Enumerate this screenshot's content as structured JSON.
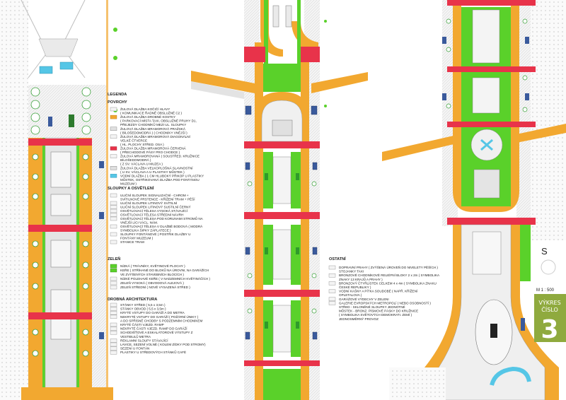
{
  "legend": {
    "title": "LEGENDA",
    "sections": {
      "povrchy": {
        "heading": "POVRCHY",
        "items": [
          "ŽULOVÁ DLAŽBA KOČIČÍ HLAVY",
          "( KOMUNIKACE ŘADNĚ OBSLUŽNÉ C2 )",
          "ŽULOVÁ DLAŽBA DROBNÉ KOSTKY",
          "( PARKOVACÍ MÍSTA TAXI, OBSLUŽNÉ PRUHY D1,",
          "PŘEJEZDY CHODNÍKŮ MEZI UL. SLOUPKY",
          "ŽULOVÁ DLAŽBA MRAMOROVÁ PRAŽSKÁ",
          "( BÍLOŠEDOMODRÁ ) ( CHODNÍKY VNĚJŠÍ )",
          "ŽULOVÁ DLAŽBA MRAMOROVÁ DIAGONÁLNÍ",
          "VELKÉ ČTVERCE",
          "( HL. PLOCHY STŘED. OSA )",
          "ŽULOVÁ DLAŽBA MRAMOROVÁ ČERVENÁ",
          "( PŘECHODOVÉ PÁSY PRO CHODCE )",
          "ŽULOVÁ MRAMOROVANÁ ( SOUSTŘED. KRUŽNICE",
          "BÍLOŠEDOMODRÁ )",
          "( Z SV. VÁCLAVA U MUZEA )",
          "ŽULOVÁ DLAŽBA VELKOPLOŠNÁ SLAVNOSTNÍ",
          "( U SV. VÁCLAVA A U PLASTIKY MŮSTEK )",
          "VODNÍ DLAŽBA ( 1 CM HLUBOKÝ PŘIKOP U PLASTIKY",
          "MŮSTEK, OSTŘIKOVANÁ DLAŽBA POD FONTÁNOU",
          "MUZEUM )"
        ]
      },
      "sloupky": {
        "heading": "SLOUPKY A OSVĚTLENÍ",
        "items": [
          "ULIČNÍ SLOUPEK SIGNALIZAČNÍ - CHROM +",
          "SVÍTILNOVÉ PRSTENCE - KŘÍŽENÍ TRAM + PĚŠÍ",
          "ULIČNÍ SLOUPEK LITINOVÝ SVÍTILNÍ",
          "ULIČNÍ SLOUPEK LITINOVÝ SUSTILNÍ ČERNÝ",
          "OSVĚTLOVACÍ TĚLESA VYSOKÁ STÁVAJÍCÍ",
          "OSVĚTLOVACÍ TĚLESA STŘEDNÍ NÁVRH",
          "OSVĚTLOVACÍ TĚLESA POD KORUNAMI STROMŮ NA",
          "VNĚJŠÍ LÍCI VÁCL. NÁM.",
          "OSVĚTLOVACÍ TĚLESA V DLAŽBĚ BODOVÁ ( MODRÁ",
          "SYMBOLIKA ŠIPKY ZÁPLATECE )",
          "SLOUPKY FONTÁNOVÉ ( POSTŘIK DLAŽBY U",
          "FONTÁNY MUZEUM )",
          "STANICE TRAM"
        ]
      },
      "zelen": {
        "heading": "ZELEŇ",
        "items": [
          "NÍZKÁ ( TRÁVNÍKY, KVĚTINOVÉ PLOCHY )",
          "KEŘE ( STŘÍHANÉ DO BLOKŮ NA ÚROVNI, NA GARÁŽÍCH",
          "VE ZVÝŠENÝCH STAVEBNÍCH BLOCÍCH )",
          "NÍZKÉ POLEHAVÉ KEŘE ( V NADZEMNÍCH KVĚTINÁČÍCH )",
          "ZELEŇ VYSOKÁ ( OBVODOVÁ ALEJOVÁ )",
          "ZELEŇ STŘEDNÍ ( NOVĚ VYSAZENÁ STŘED )"
        ]
      },
      "architektura": {
        "heading": "DROBNÁ ARCHITEKTURA",
        "items": [
          "STÁNKY STŘED ( 5,5 x 3,5m )",
          "STÁNKY OBVOD ( 5,5 x 3,5m )",
          "KRYTÉ VSTUPY DO GARÁŽÍ A DO METRA",
          "NEKRYTÉ VSTUPY DO GARÁŽÍ ( POŽÁRNÍ ÚNIKY )",
          "A DO SPŘÍSNĚ CHODBY S PODZEMNÍM CHODNÍKEM",
          "KRYTÉ ČÁSTI VJEZD. RAMP",
          "NEKRYTÉ ČÁSTI VJEZD. RAMP DO GARÁŽÍ",
          "SCHODIŠŤOVÉ A ESKALÁTOROVÉ VÝSTUPY Z",
          "VESTIBULŮ METRA",
          "REKLAMNÍ SLOUPY STÁVAJÍCÍ",
          "LAVICE, SEZENÍ VOLNÉ ( KOLEM ZÍDKY POD STROMY)",
          "SEZENÍ U FONTÁN",
          "PLASTIKY U STŘEDOVÝCH STÁNKŮ CAFÉ"
        ]
      },
      "ostatni": {
        "heading": "OSTATNÍ",
        "items": [
          "DOPRAVNÍ PRAHY ( ZVÝŠENÁ ÚROVEŇ DO NIVELETY PĚŠÍCH )",
          "STOJANKY TAXI",
          "BRONZOVÉ CHODNÍKOVÉ RELIÉFNÍ BLOKY 2 x 2m ( SYMBOLIKA",
          "ZNAKY 13 KRAJŮ A PRAHY )",
          "BRONZOVÝ ČTYŘLÍSTEK CELKEM 4 x 4m ( SYMBOLIKA ZNAKU",
          "ČESKÉ REPUBLIKY )",
          "VODNÍ KAŠNY A PÍTKA SOUDOBÉ ( NAPŘ. KŘÍŽENÍ",
          "OPLETALOVA )",
          "GARÁŽOVÉ VÝDECHY V ZELENI",
          "GALERIE EVROPSKÝCH METROPOLÍ ( NEBO OSOBNOSTÍ )",
          "STŘED - SKLONĚNÉ SLOUPKY JEDNOTNÉ",
          "MŮSTEK - BRONZ. PÍSMOVÉ PÁSKY DO KRUŽNICE",
          "( SYMBOLIKA SVĚTOVÝCH DEMOKRATI. ZEMÍ )",
          "JEDNOSMĚRNÝ PROVOZ"
        ]
      }
    }
  },
  "north_label": "S",
  "scale": "M 1 : 500",
  "drawing_badge": {
    "line1": "VÝKRES",
    "line2": "ČÍSLO",
    "number": "3"
  },
  "colors": {
    "asphalt_orange": "#f2a830",
    "crossing_red": "#e8334a",
    "grass_green": "#5ad12a",
    "hedge_green": "#2f9a2a",
    "paving_gray": "#c8c8c8",
    "water_blue": "#55c6e6",
    "badge_green": "#8faa3e"
  }
}
